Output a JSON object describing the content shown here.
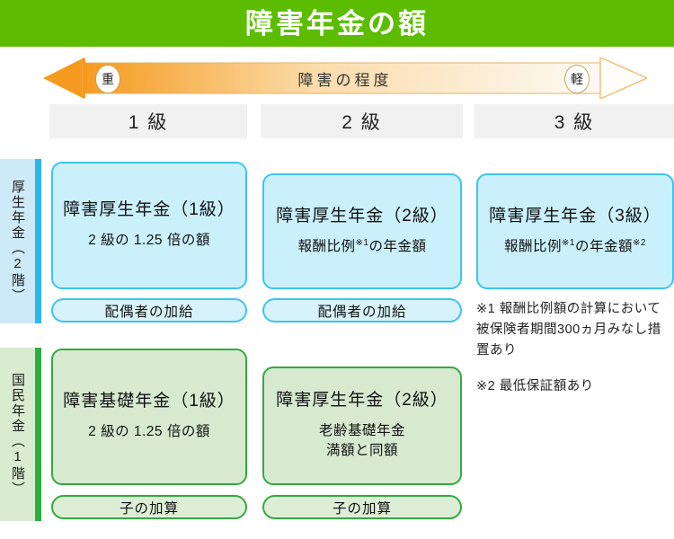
{
  "header": {
    "title": "障害年金の額",
    "bar_color": "#5cbd00"
  },
  "severity_axis": {
    "label": "障害の程度",
    "left_badge": "重",
    "right_badge": "軽",
    "left_color": "#f59a1e",
    "right_color": "#ffffff"
  },
  "grades": [
    {
      "label": "1 級"
    },
    {
      "label": "2 級"
    },
    {
      "label": "3 級"
    }
  ],
  "tiers": [
    {
      "label": "厚生年金（2階）",
      "accent": "#2eb6f0"
    },
    {
      "label": "国民年金（1階）",
      "accent": "#2fac42"
    }
  ],
  "employee_pension_row": {
    "cards": [
      {
        "title": "障害厚生年金（1級）",
        "sub": "2 級の 1.25 倍の額",
        "sup": ""
      },
      {
        "title": "障害厚生年金（2級）",
        "sub_a": "報酬比例",
        "sup_a": "※1",
        "sub_b": "の年金額",
        "sup_b": ""
      },
      {
        "title": "障害厚生年金（3級）",
        "sub_a": "報酬比例",
        "sup_a": "※1",
        "sub_b": "の年金額",
        "sup_b": "※2"
      }
    ],
    "pills": [
      {
        "label": "配偶者の加給"
      },
      {
        "label": "配偶者の加給"
      }
    ]
  },
  "national_pension_row": {
    "cards": [
      {
        "title": "障害基礎年金（1級）",
        "sub": "2 級の 1.25 倍の額"
      },
      {
        "title": "障害厚生年金（2級）",
        "sub_line1": "老齢基礎年金",
        "sub_line2": "満額と同額"
      }
    ],
    "pills": [
      {
        "label": "子の加算"
      },
      {
        "label": "子の加算"
      }
    ]
  },
  "footnotes": [
    {
      "text": "※1 報酬比例額の計算において被保険者期間300ヵ月みなし措置あり"
    },
    {
      "text": "※2 最低保証額あり"
    }
  ]
}
